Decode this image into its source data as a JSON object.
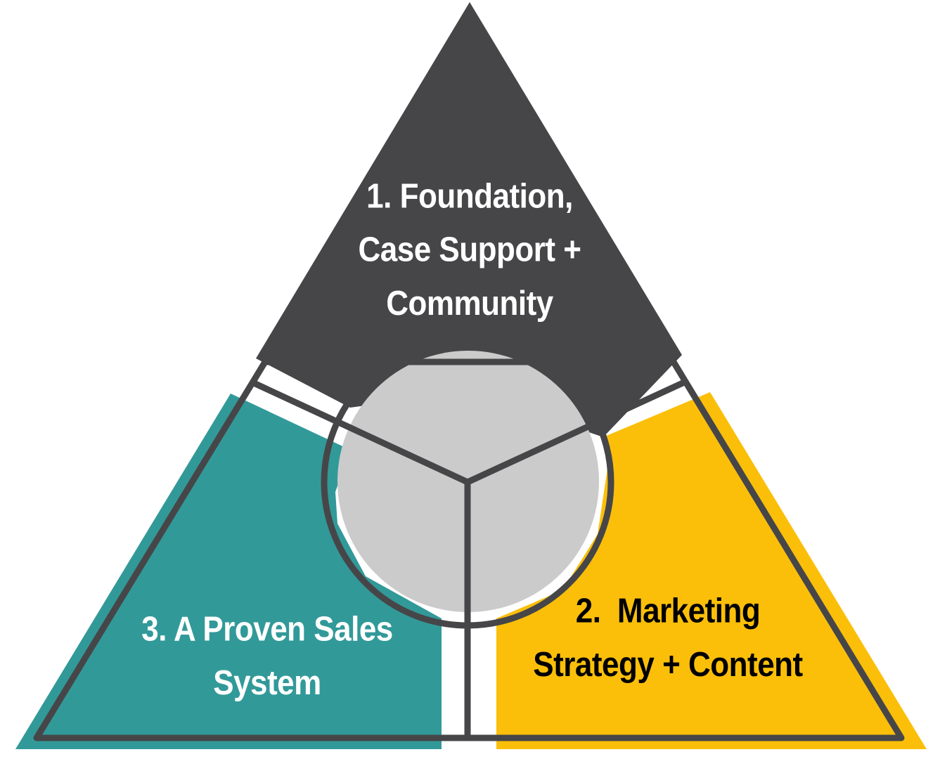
{
  "colors": {
    "dark": "#464648",
    "teal": "#329999",
    "gold": "#fbbf0a",
    "center": "#cbcbcb",
    "outline": "#464648",
    "background": "#ffffff"
  },
  "segments": {
    "top": {
      "lines": [
        "1. Foundation,",
        "Case Support +",
        "Community"
      ],
      "text_color": "#ffffff"
    },
    "right": {
      "lines": [
        "2.  Marketing",
        "Strategy + Content"
      ],
      "text_color": "#000000"
    },
    "left": {
      "lines": [
        "3. A Proven Sales",
        "System"
      ],
      "text_color": "#ffffff"
    }
  }
}
